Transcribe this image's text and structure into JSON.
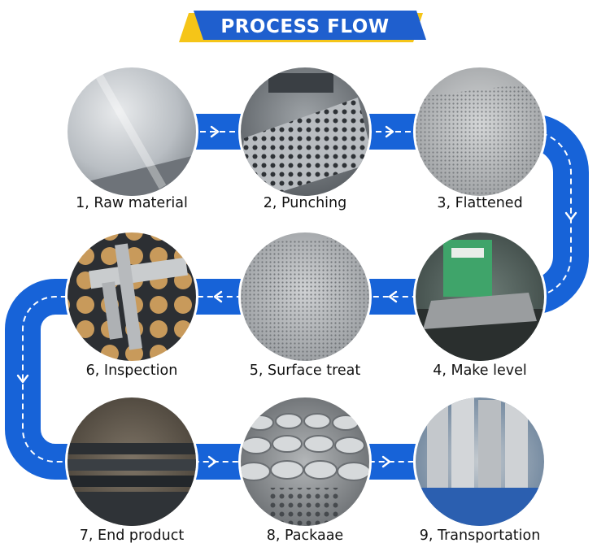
{
  "header": {
    "title": "PROCESS FLOW"
  },
  "steps": [
    {
      "label": "1, Raw material"
    },
    {
      "label": "2, Punching"
    },
    {
      "label": "3, Flattened"
    },
    {
      "label": "4, Make level"
    },
    {
      "label": "5, Surface treat"
    },
    {
      "label": "6, Inspection"
    },
    {
      "label": "7, End product"
    },
    {
      "label": "8, Packaae"
    },
    {
      "label": "9, Transportation"
    }
  ],
  "colors": {
    "band": "#1763d8",
    "banner": "#1f5fce",
    "banner_accent": "#f5c518",
    "dash": "#ffffff"
  },
  "icons": {
    "step_photo": "circular-photo",
    "direction": "arrow-chevron-icon"
  }
}
